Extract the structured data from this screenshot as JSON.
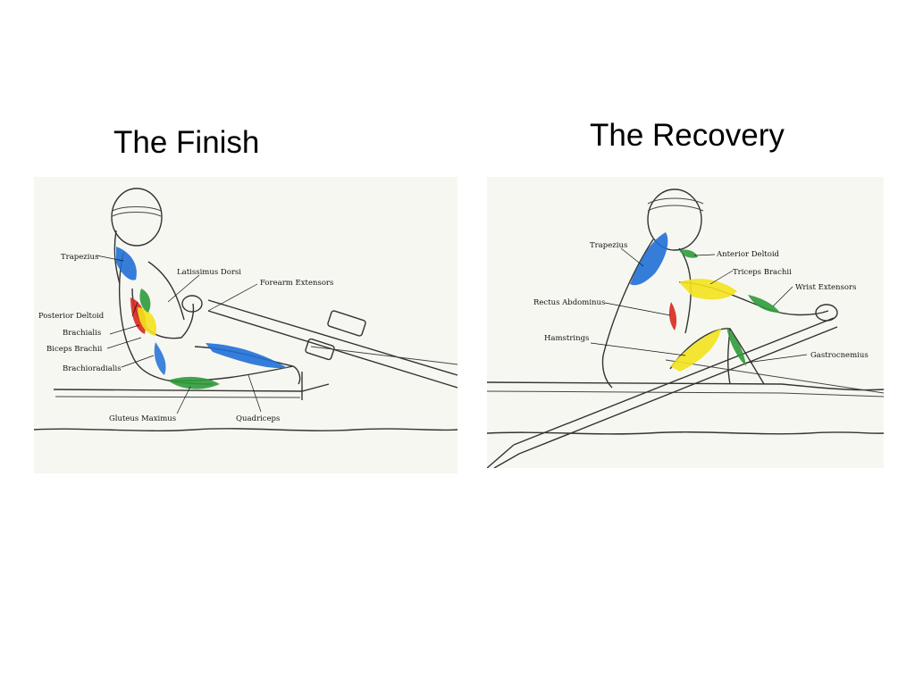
{
  "slide": {
    "finish_title": "The Finish",
    "recovery_title": "The Recovery"
  },
  "finish": {
    "labels": {
      "trapezius": "Trapezius",
      "latissimus_dorsi": "Latissimus Dorsi",
      "forearm_extensors": "Forearm Extensors",
      "posterior_deltoid": "Posterior Deltoid",
      "brachialis": "Brachialis",
      "biceps_brachii": "Biceps Brachii",
      "brachioradialis": "Brachioradialis",
      "gluteus_maximus": "Gluteus Maximus",
      "quadriceps": "Quadriceps"
    }
  },
  "recovery": {
    "labels": {
      "trapezius": "Trapezius",
      "anterior_deltoid": "Anterior Deltoid",
      "triceps_brachii": "Triceps Brachii",
      "wrist_extensors": "Wrist Extensors",
      "rectus_abdominus": "Rectus Abdominus",
      "hamstrings": "Hamstrings",
      "gastrocnemius": "Gastrocnemius"
    }
  },
  "colors": {
    "muscle_blue": "#1f6fd6",
    "muscle_green": "#2e9a3a",
    "muscle_yellow": "#f2e21c",
    "muscle_red": "#d8281e",
    "ink": "#333333",
    "panel_bg": "#f7f7f2"
  }
}
